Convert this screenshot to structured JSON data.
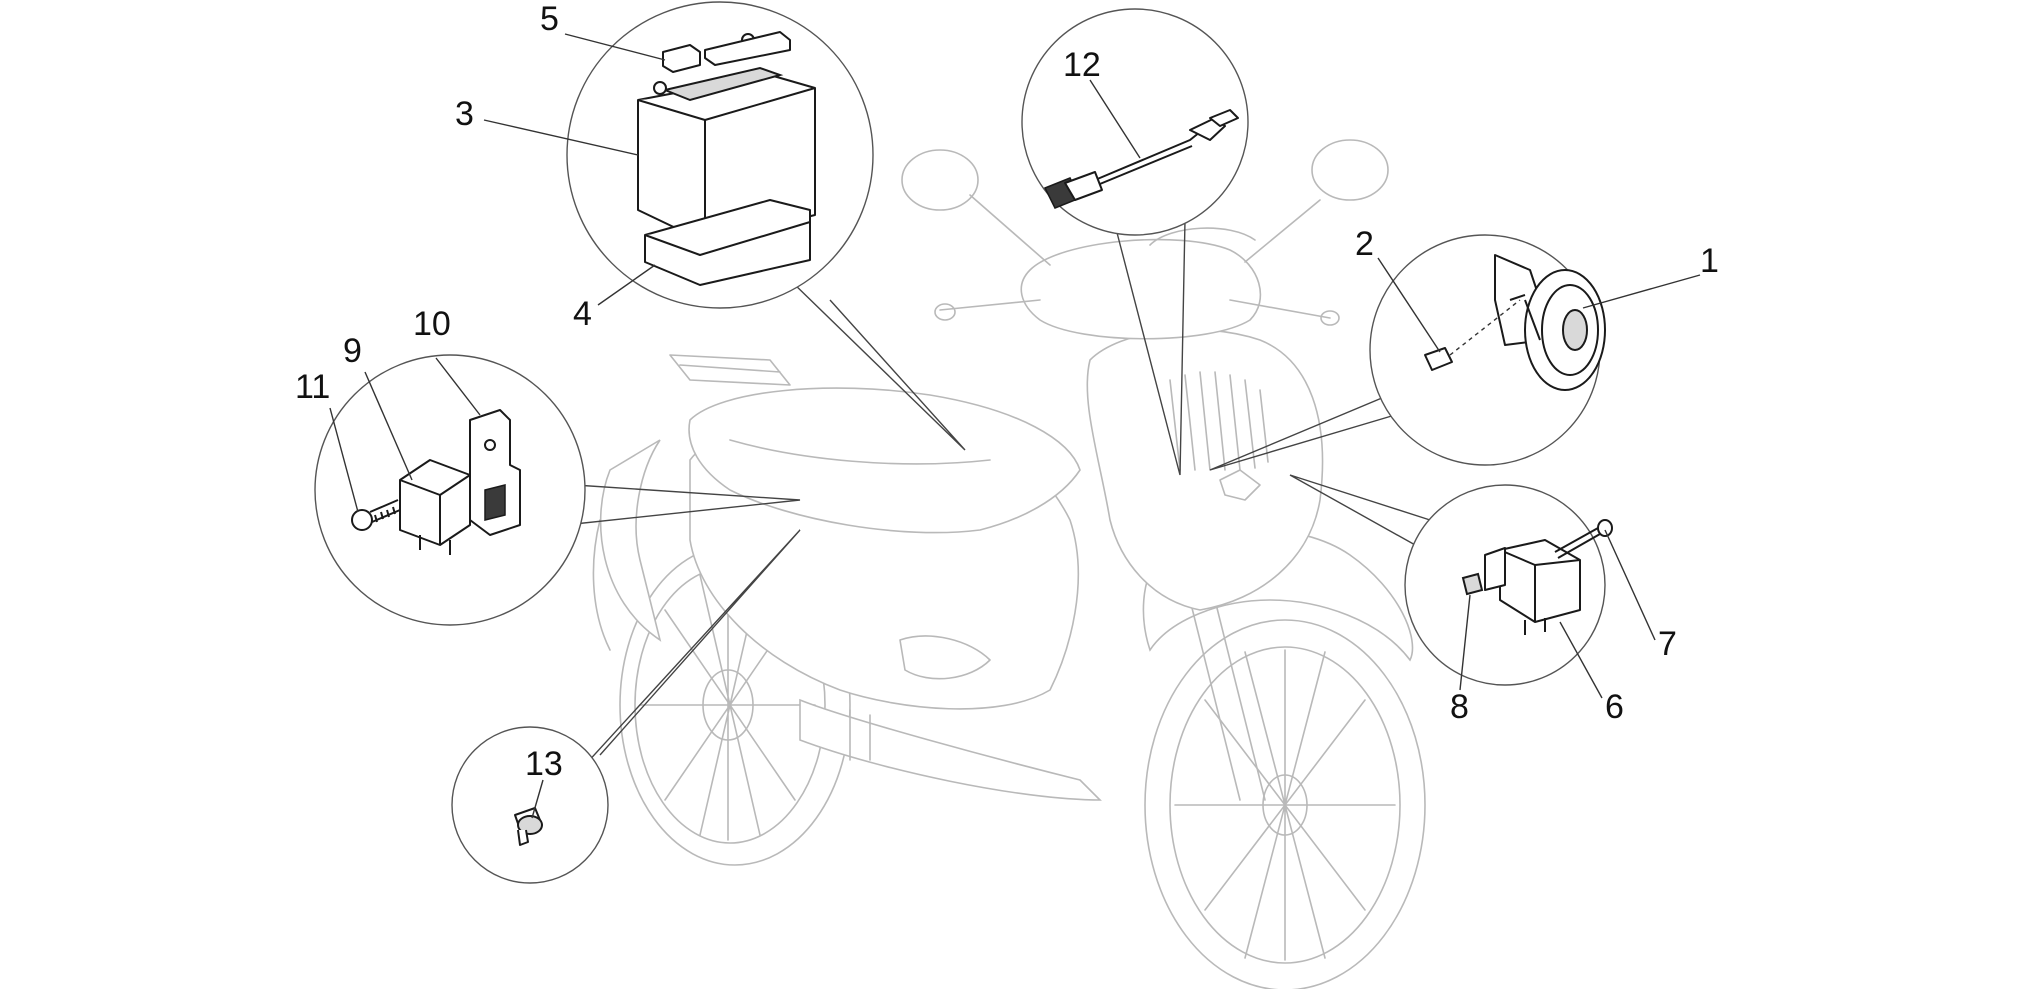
{
  "diagram": {
    "callouts": [
      {
        "id": "1",
        "label": "1"
      },
      {
        "id": "2",
        "label": "2"
      },
      {
        "id": "3",
        "label": "3"
      },
      {
        "id": "4",
        "label": "4"
      },
      {
        "id": "5",
        "label": "5"
      },
      {
        "id": "6",
        "label": "6"
      },
      {
        "id": "7",
        "label": "7"
      },
      {
        "id": "8",
        "label": "8"
      },
      {
        "id": "9",
        "label": "9"
      },
      {
        "id": "10",
        "label": "10"
      },
      {
        "id": "11",
        "label": "11"
      },
      {
        "id": "12",
        "label": "12"
      },
      {
        "id": "13",
        "label": "13"
      }
    ],
    "colors": {
      "ghost_outline": "#b9b9b9",
      "part_outline": "#1a1a1a",
      "background": "#ffffff"
    }
  }
}
